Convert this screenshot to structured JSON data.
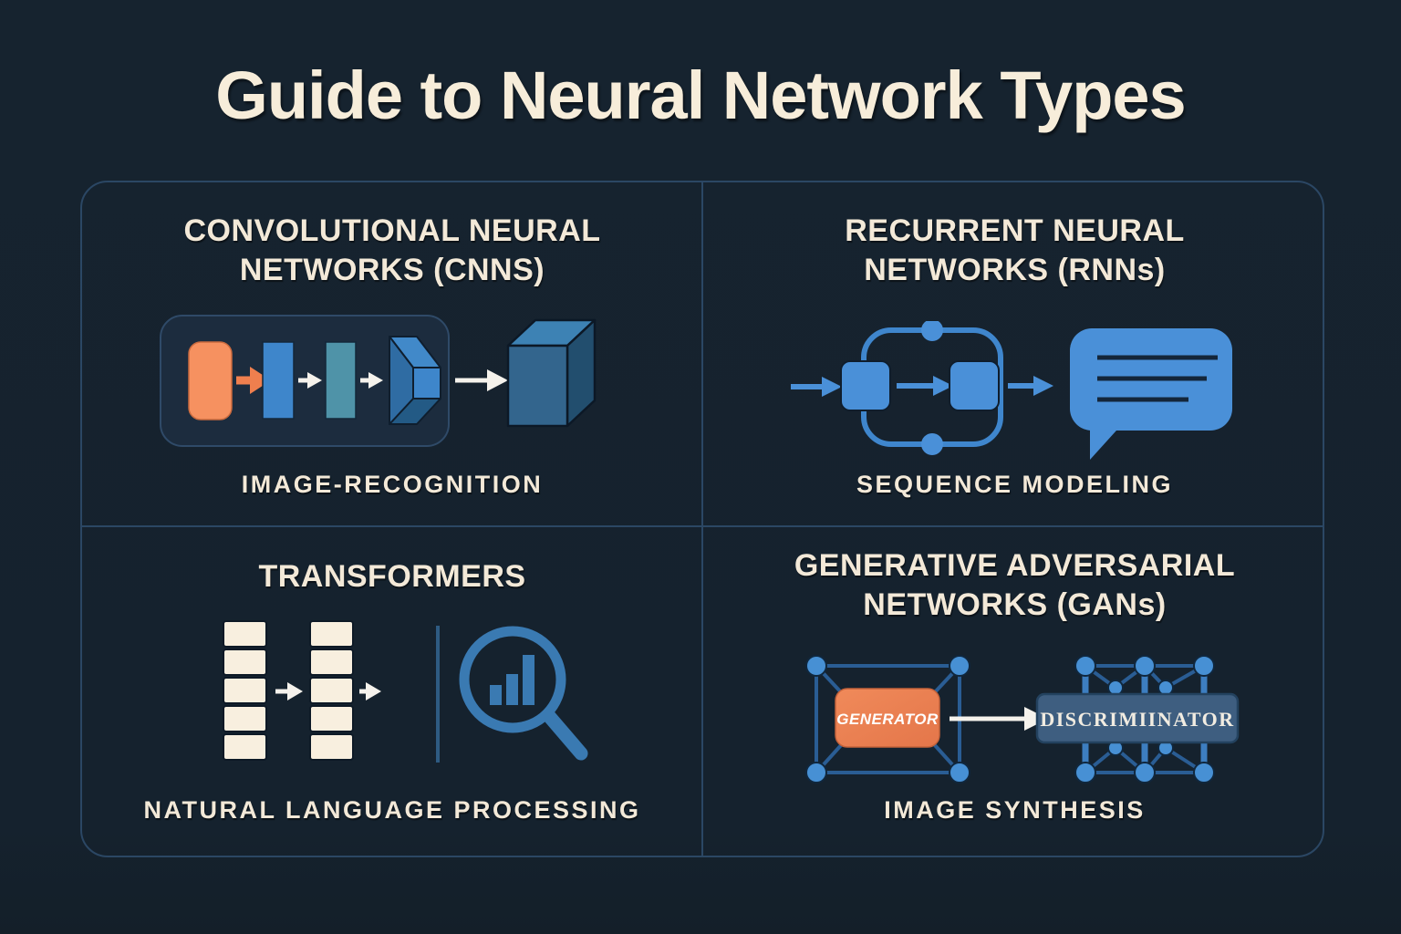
{
  "title": "Guide to Neural Network Types",
  "quadrants": [
    {
      "id": "cnn",
      "heading": [
        "CONVOLUTIONAL NEURAL",
        "NETWORKS (CNNS)"
      ],
      "caption": "IMAGE-RECOGNITION",
      "icon": "cnn-pipeline-icon"
    },
    {
      "id": "rnn",
      "heading": [
        "RECURRENT NEURAL",
        "NETWORKS (RNNs)"
      ],
      "caption": "SEQUENCE MODELING",
      "icon": "rnn-loop-speech-bubble-icon"
    },
    {
      "id": "transformers",
      "heading": [
        "TRANSFORMERS"
      ],
      "caption": "NATURAL LANGUAGE PROCESSING",
      "icon": "token-stacks-magnifier-icon"
    },
    {
      "id": "gan",
      "heading": [
        "GENERATIVE ADVERSARIAL",
        "NETWORKS (GANs)"
      ],
      "caption": "IMAGE SYNTHESIS",
      "icon": "generator-discriminator-icon"
    }
  ],
  "gan_labels": {
    "generator": "GENERATOR",
    "discriminator": "DISCRIMIINATOR"
  },
  "colors": {
    "background": "#15222e",
    "panel_line": "#2b4764",
    "title_text": "#f7edda",
    "heading_text": "#f3e9d8",
    "orange": "#f69160",
    "orange_arrow": "#ef7f4e",
    "blue": "#3e86cb",
    "teal": "#4f93a8",
    "node_blue": "#4790d4",
    "edge_blue": "#2a5d94",
    "loop_blue": "#4a90d8",
    "cream_cell": "#f8efdf",
    "magnifier_blue": "#3a7ab2",
    "discriminator_box": "#3e5e80",
    "cube_top": "#3d82b4",
    "cube_front": "#33658d",
    "cube_side": "#224e6e"
  }
}
